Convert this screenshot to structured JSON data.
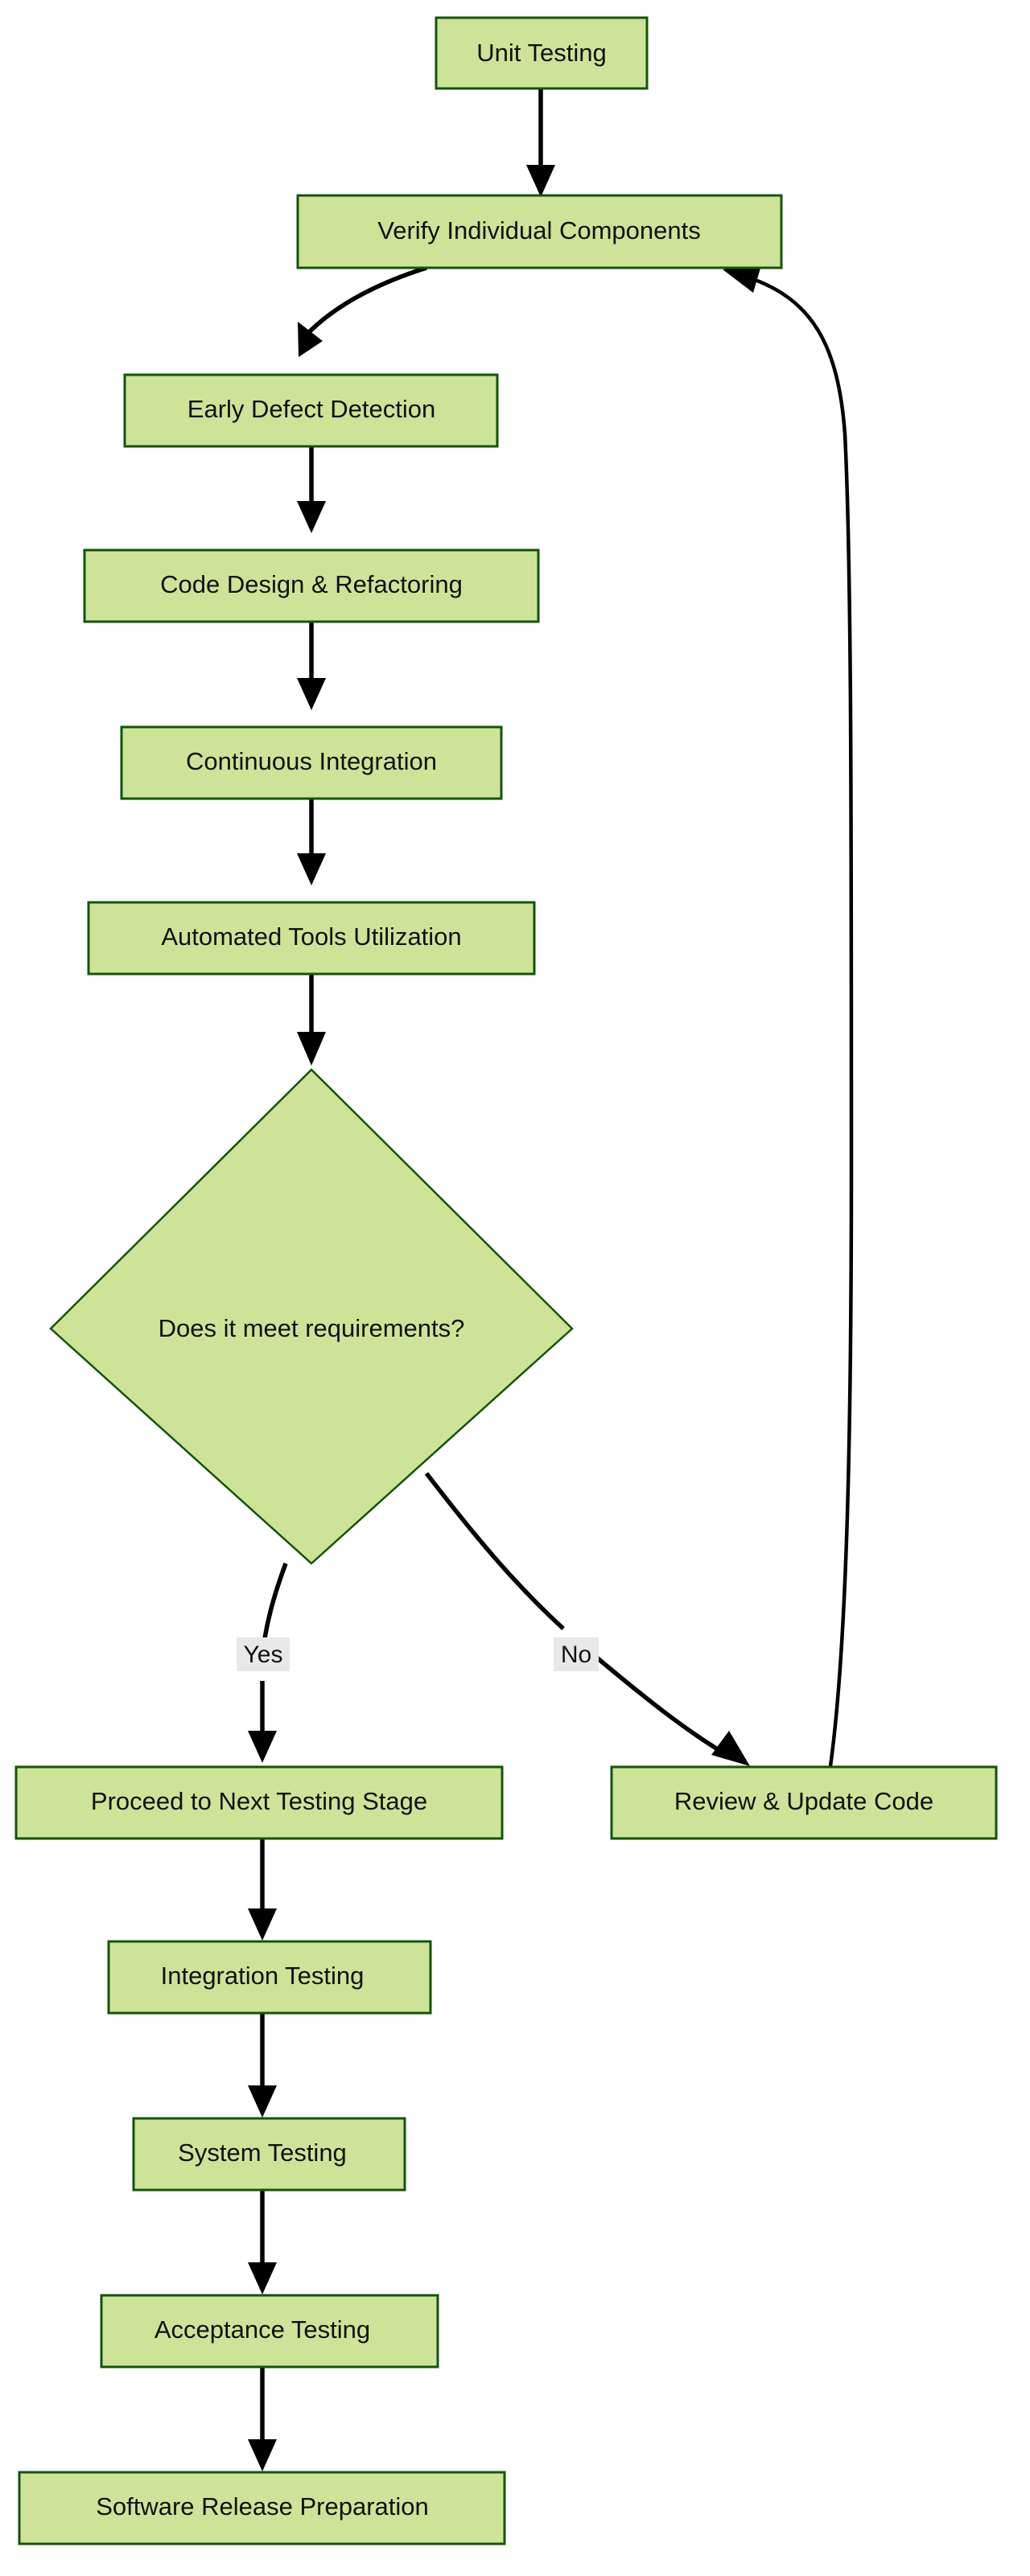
{
  "diagram": {
    "type": "flowchart",
    "orientation": "top-to-bottom",
    "background_color": "#ffffff",
    "node_fill_color": "#cde498",
    "node_border_color": "#13540c",
    "edge_color": "#000000",
    "edge_label_background": "#e8e8e8",
    "text_color": "#111111",
    "nodes": [
      {
        "id": "unit_testing",
        "label": "Unit Testing",
        "shape": "rect"
      },
      {
        "id": "verify_components",
        "label": "Verify Individual Components",
        "shape": "rect"
      },
      {
        "id": "early_defect",
        "label": "Early Defect Detection",
        "shape": "rect"
      },
      {
        "id": "code_design",
        "label": "Code Design & Refactoring",
        "shape": "rect"
      },
      {
        "id": "continuous_integration",
        "label": "Continuous Integration",
        "shape": "rect"
      },
      {
        "id": "automated_tools",
        "label": "Automated Tools Utilization",
        "shape": "rect"
      },
      {
        "id": "decision",
        "label": "Does it meet requirements?",
        "shape": "diamond"
      },
      {
        "id": "proceed_next",
        "label": "Proceed to Next Testing Stage",
        "shape": "rect"
      },
      {
        "id": "review_update",
        "label": "Review & Update Code",
        "shape": "rect"
      },
      {
        "id": "integration_testing",
        "label": "Integration Testing",
        "shape": "rect"
      },
      {
        "id": "system_testing",
        "label": "System Testing",
        "shape": "rect"
      },
      {
        "id": "acceptance_testing",
        "label": "Acceptance Testing",
        "shape": "rect"
      },
      {
        "id": "software_release",
        "label": "Software Release Preparation",
        "shape": "rect"
      }
    ],
    "edges": [
      {
        "from": "unit_testing",
        "to": "verify_components",
        "label": ""
      },
      {
        "from": "verify_components",
        "to": "early_defect",
        "label": ""
      },
      {
        "from": "early_defect",
        "to": "code_design",
        "label": ""
      },
      {
        "from": "code_design",
        "to": "continuous_integration",
        "label": ""
      },
      {
        "from": "continuous_integration",
        "to": "automated_tools",
        "label": ""
      },
      {
        "from": "automated_tools",
        "to": "decision",
        "label": ""
      },
      {
        "from": "decision",
        "to": "proceed_next",
        "label": "Yes"
      },
      {
        "from": "decision",
        "to": "review_update",
        "label": "No"
      },
      {
        "from": "review_update",
        "to": "verify_components",
        "label": ""
      },
      {
        "from": "proceed_next",
        "to": "integration_testing",
        "label": ""
      },
      {
        "from": "integration_testing",
        "to": "system_testing",
        "label": ""
      },
      {
        "from": "system_testing",
        "to": "acceptance_testing",
        "label": ""
      },
      {
        "from": "acceptance_testing",
        "to": "software_release",
        "label": ""
      }
    ],
    "edge_labels": {
      "yes": "Yes",
      "no": "No"
    }
  }
}
